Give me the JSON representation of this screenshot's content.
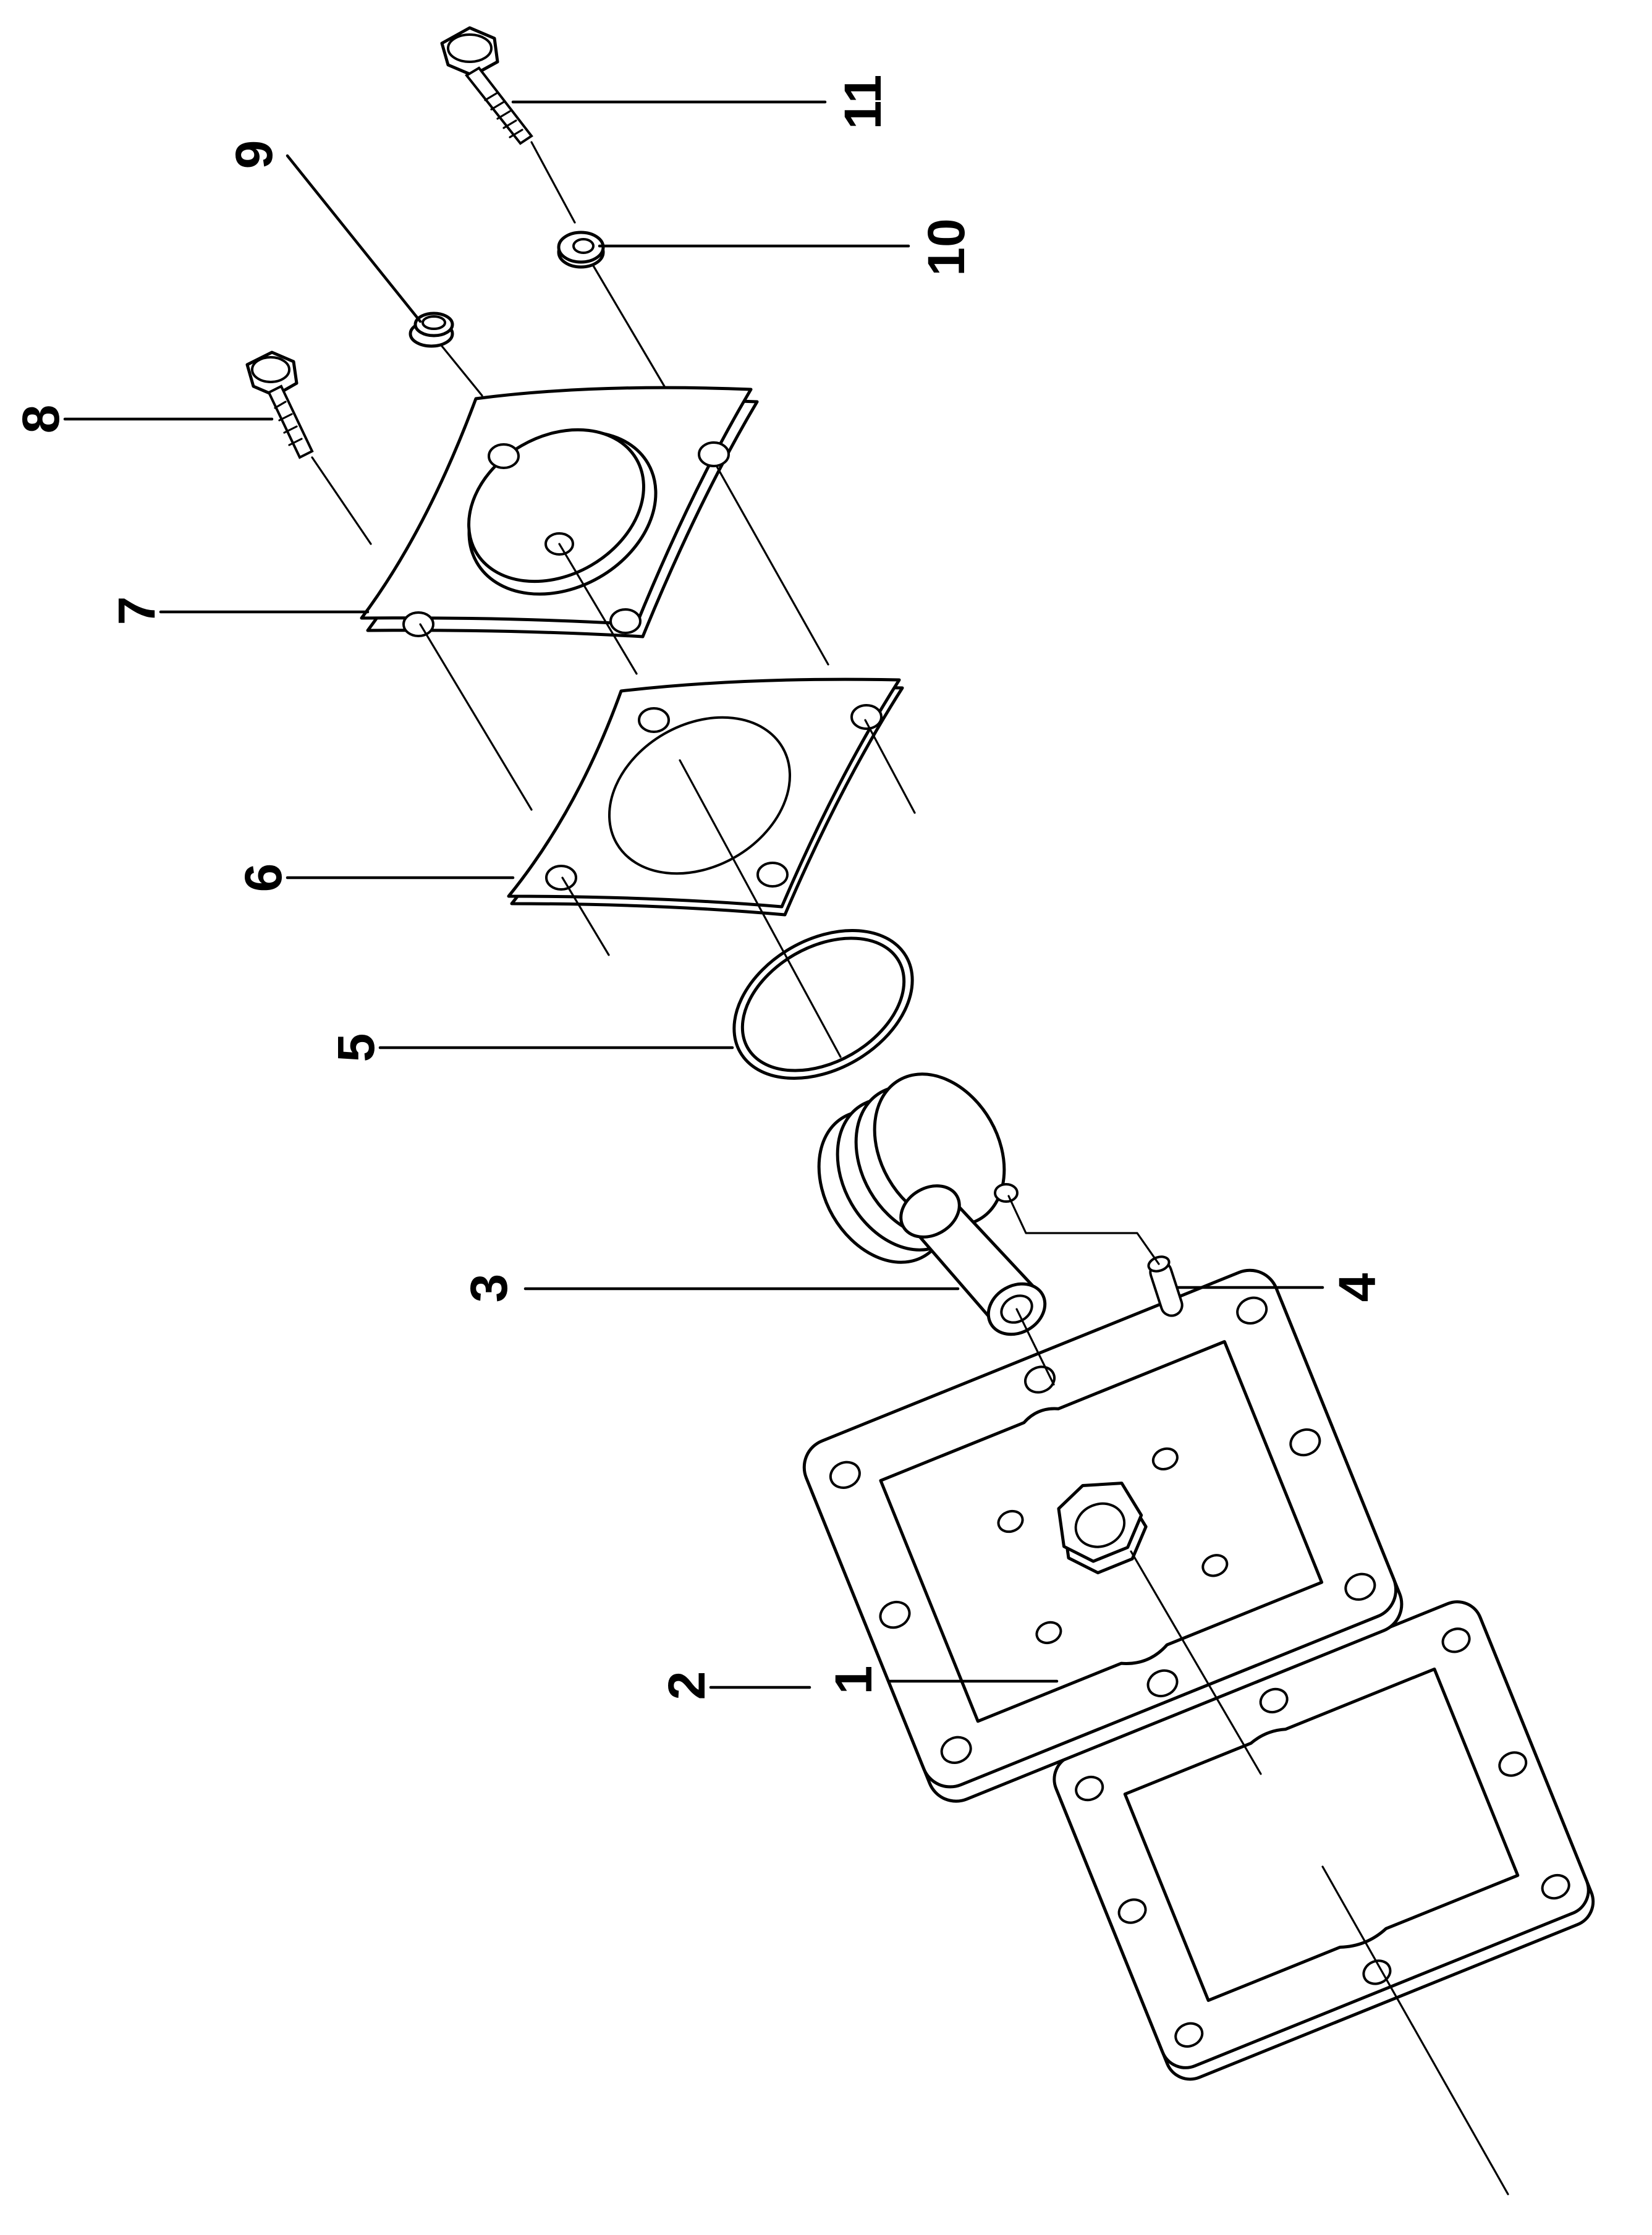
{
  "title": "",
  "callouts": [
    {
      "number": "1",
      "part": "gasket"
    },
    {
      "number": "2",
      "part": "housing-cover"
    },
    {
      "number": "3",
      "part": "shaft-piston"
    },
    {
      "number": "4",
      "part": "pin"
    },
    {
      "number": "5",
      "part": "o-ring"
    },
    {
      "number": "6",
      "part": "gasket-plate"
    },
    {
      "number": "7",
      "part": "cover-plate"
    },
    {
      "number": "8",
      "part": "bolt"
    },
    {
      "number": "9",
      "part": "plug"
    },
    {
      "number": "10",
      "part": "washer"
    },
    {
      "number": "11",
      "part": "bolt"
    }
  ],
  "colors": {
    "line": "#000000",
    "background": "#ffffff"
  }
}
